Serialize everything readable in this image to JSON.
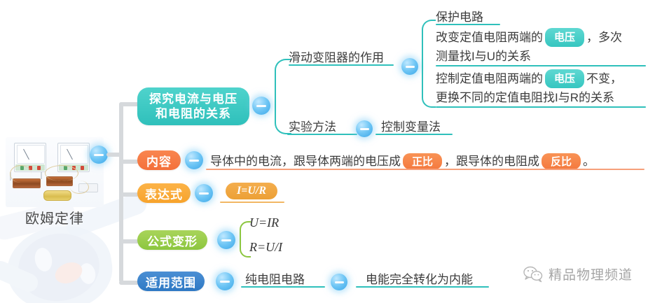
{
  "title": "欧姆定律",
  "root": {
    "label": "欧姆定律",
    "icon": "circuit-diagram-image"
  },
  "branches": [
    {
      "label": "探究电流与电压\n和电阻的关系",
      "line1": "探究电流与电压",
      "line2": "和电阻的关系",
      "color": "#2fc0bb",
      "children": [
        {
          "label": "滑动变阻器的作用",
          "children": [
            {
              "text": "保护电路"
            },
            {
              "pre": "改变定值电阻两端的",
              "badge": "电压",
              "post": "，多次",
              "line2": "测量找I与U的关系"
            },
            {
              "pre": "控制定值电阻两端的",
              "badge": "电压",
              "post": "不变，",
              "line2": "更换不同的定值电阻找I与R的关系"
            }
          ]
        },
        {
          "label": "实验方法",
          "child": "控制变量法"
        }
      ]
    },
    {
      "label": "内容",
      "color": "#f4703a",
      "content": {
        "pre": "导体中的电流，跟导体两端的电压成",
        "badge1": "正比",
        "mid": "，跟导体的电阻成",
        "badge2": "反比",
        "post": "。"
      }
    },
    {
      "label": "表达式",
      "color": "#f7a32c",
      "formula": "I=U/R"
    },
    {
      "label": "公式变形",
      "color": "#8cc63f",
      "formulas": [
        "U=IR",
        "R=U/I"
      ]
    },
    {
      "label": "适用范围",
      "color": "#2f79c4",
      "child": "纯电阻电路",
      "grandchild": "电能完全转化为内能"
    }
  ],
  "watermark": {
    "icon": "wechat-icon",
    "text": "精品物理频道"
  },
  "colors": {
    "teal": "#2fc0bb",
    "orange": "#f4703a",
    "amber": "#f7a32c",
    "green": "#8cc63f",
    "blue": "#2f79c4",
    "trunk_gray": "#d6d9dc",
    "collapse_blue": "#3ba7e8"
  }
}
